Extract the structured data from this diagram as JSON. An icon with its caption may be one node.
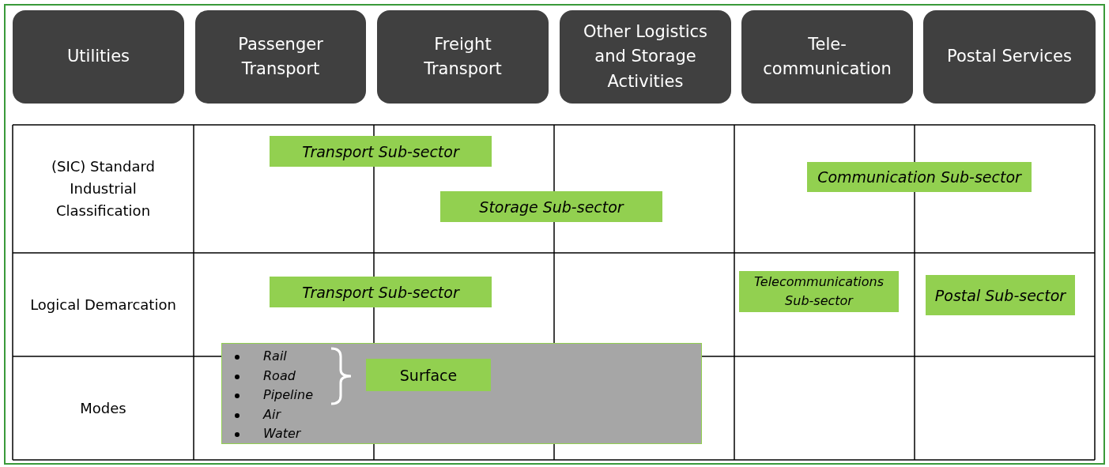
{
  "diagram": {
    "nodes": [
      {
        "text": [
          "Utilities"
        ]
      },
      {
        "text": [
          "Passenger Transport"
        ]
      },
      {
        "text": [
          "Freight Transport"
        ]
      },
      {
        "text": [
          "Other Logistics and Storage Activities"
        ]
      },
      {
        "text": [
          "Tele- communication"
        ]
      },
      {
        "text": [
          "Postal Services"
        ]
      },
      {
        "text": [
          "Transport Sub-sector"
        ]
      },
      {
        "text": [
          "Storage Sub-sector"
        ]
      },
      {
        "text": [
          "Communication Sub-sector"
        ]
      },
      {
        "text": [
          "Transport Sub-sector"
        ]
      },
      {
        "text": [
          "Telecommunications Sub-sector"
        ]
      },
      {
        "text": [
          "Postal Sub-sector"
        ]
      },
      {
        "text": [
          "Rail",
          "Road",
          "Pipeline",
          "Air",
          "Water"
        ]
      },
      {
        "text": [
          "Surface"
        ],
        "in": 12
      }
    ],
    "edges": [],
    "labels": [
      "(SIC) Standard Industrial Classification",
      "Logical Demarcation",
      "Modes"
    ]
  }
}
